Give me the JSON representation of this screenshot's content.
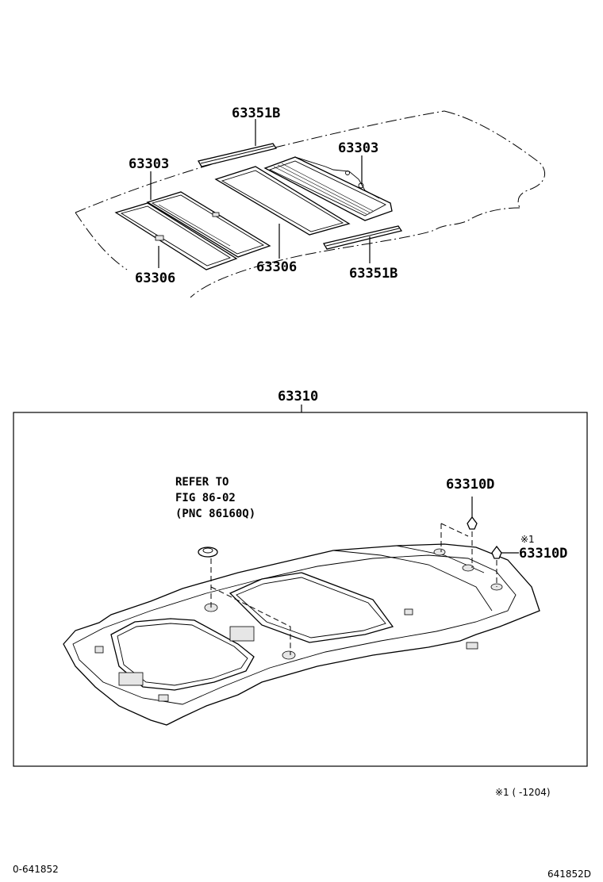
{
  "labels": {
    "upper_strip_top": "63351B",
    "upper_strip_bottom": "63351B",
    "bracket_left": "63303",
    "bracket_right": "63303",
    "panel_left": "63306",
    "panel_center": "63306",
    "headliner": "63310",
    "clip_top": "63310D",
    "clip_side": "63310D",
    "clip_side_note_mark": "※1"
  },
  "refer_note": {
    "line1": "REFER TO",
    "line2": "FIG 86-02",
    "line3": "(PNC 86160Q)"
  },
  "footnote": "※1 (      -1204)",
  "footer": {
    "left_code": "0-641852",
    "right_code": "641852D"
  }
}
